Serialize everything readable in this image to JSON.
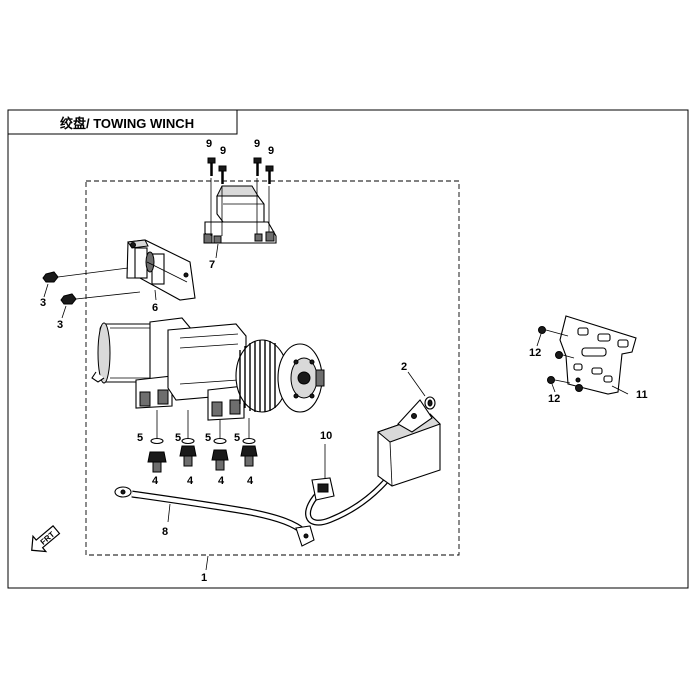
{
  "title": "绞盘/ TOWING WINCH",
  "callouts": {
    "c1": "1",
    "c2": "2",
    "c3a": "3",
    "c3b": "3",
    "c4a": "4",
    "c4b": "4",
    "c4c": "4",
    "c4d": "4",
    "c5a": "5",
    "c5b": "5",
    "c5c": "5",
    "c5d": "5",
    "c6": "6",
    "c7": "7",
    "c8": "8",
    "c9a": "9",
    "c9b": "9",
    "c9c": "9",
    "c9d": "9",
    "c10": "10",
    "c11": "11",
    "c12a": "12",
    "c12b": "12"
  },
  "front_mark": "FRT"
}
